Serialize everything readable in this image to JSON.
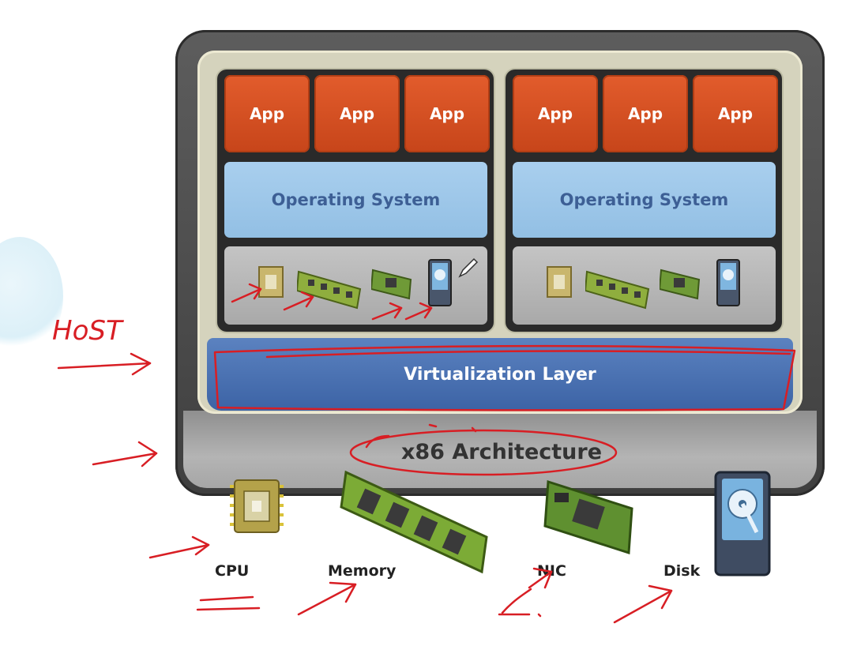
{
  "vms": [
    {
      "apps": [
        "App",
        "App",
        "App"
      ],
      "os_label": "Operating System"
    },
    {
      "apps": [
        "App",
        "App",
        "App"
      ],
      "os_label": "Operating System"
    }
  ],
  "virtualization_label": "Virtualization Layer",
  "architecture_label": "x86 Architecture",
  "hardware": [
    "CPU",
    "Memory",
    "NIC",
    "Disk"
  ],
  "annotations": {
    "host_note": "HoST",
    "ink_color": "#d81e24"
  },
  "colors": {
    "app": "#d9542a",
    "os": "#9fc8ec",
    "virtualization": "#4a72b5",
    "frame": "#4c4c4c"
  },
  "icons": [
    "cpu-chip-icon",
    "memory-module-icon",
    "nic-card-icon",
    "disk-drive-icon",
    "pencil-icon",
    "arrow-icon"
  ]
}
